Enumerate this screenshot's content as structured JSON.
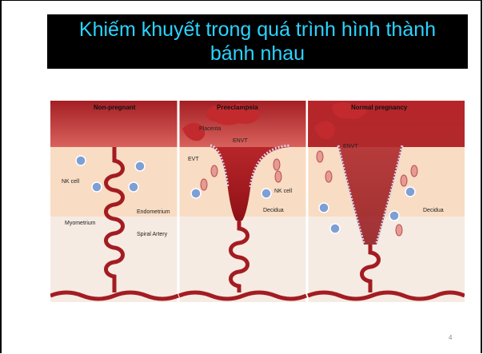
{
  "title": {
    "line1": "Khiếm khuyết trong quá trình hình thành",
    "line2": "bánh nhau"
  },
  "figure": {
    "panels": [
      "Non-pregnant",
      "Preeclampsia",
      "Normal pregnancy"
    ],
    "labels": {
      "nk_cell_left": "NK cell",
      "endometrium": "Endometrium",
      "myometrium": "Myometrium",
      "spiral_artery": "Spiral Artery",
      "placenta": "Placenta",
      "envt_mid": "ENVT",
      "evt": "EVT",
      "nk_cell_mid": "NK cell",
      "decidua_mid": "Decidua",
      "envt_right": "ENVT",
      "decidua_right": "Decidua"
    },
    "colors": {
      "maternal_red": "#b3262a",
      "decidua_peach": "#f8dcc3",
      "myometrium": "#f6ebe3",
      "artery": "#a31c22",
      "nk_cell": "#7d9fd6"
    }
  },
  "page_number": "4"
}
